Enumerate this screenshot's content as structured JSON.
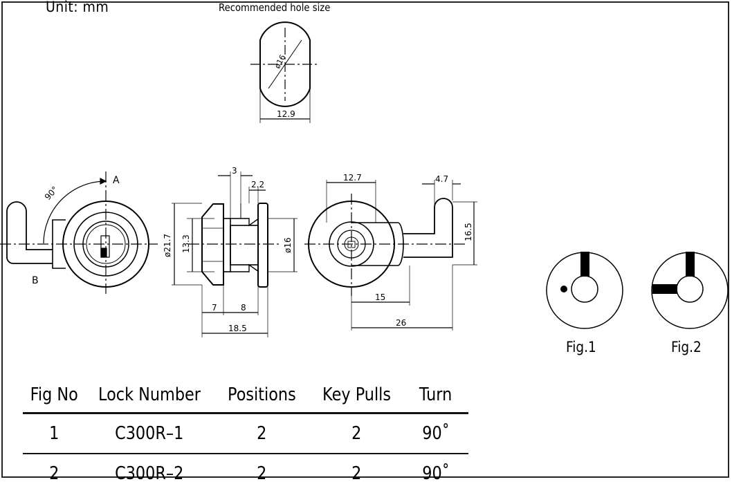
{
  "unit_label": "Unit:  mm",
  "hole": {
    "title": "Recommended  hole  size",
    "diameter": "ø16",
    "width": "12.9"
  },
  "front_view": {
    "angle": "90°",
    "label_a": "A",
    "label_b": "B"
  },
  "side_view": {
    "dim_3": "3",
    "dim_2_2": "2.2",
    "dim_21_7": "ø21.7",
    "dim_13_3": "13.3",
    "dim_16": "ø16",
    "dim_7": "7",
    "dim_8": "8",
    "dim_18_5": "18.5"
  },
  "rear_view": {
    "dim_12_7": "12.7",
    "dim_4_7": "4.7",
    "dim_16_5": "16.5",
    "dim_15": "15",
    "dim_26": "26"
  },
  "figures": [
    {
      "label": "Fig.1"
    },
    {
      "label": "Fig.2"
    }
  ],
  "table": {
    "headers": [
      "Fig  No",
      "Lock  Number",
      "Positions",
      "Key  Pulls",
      "Turn"
    ],
    "rows": [
      [
        "1",
        "C300R–1",
        "2",
        "2",
        "90˚"
      ],
      [
        "2",
        "C300R–2",
        "2",
        "2",
        "90˚"
      ]
    ]
  }
}
